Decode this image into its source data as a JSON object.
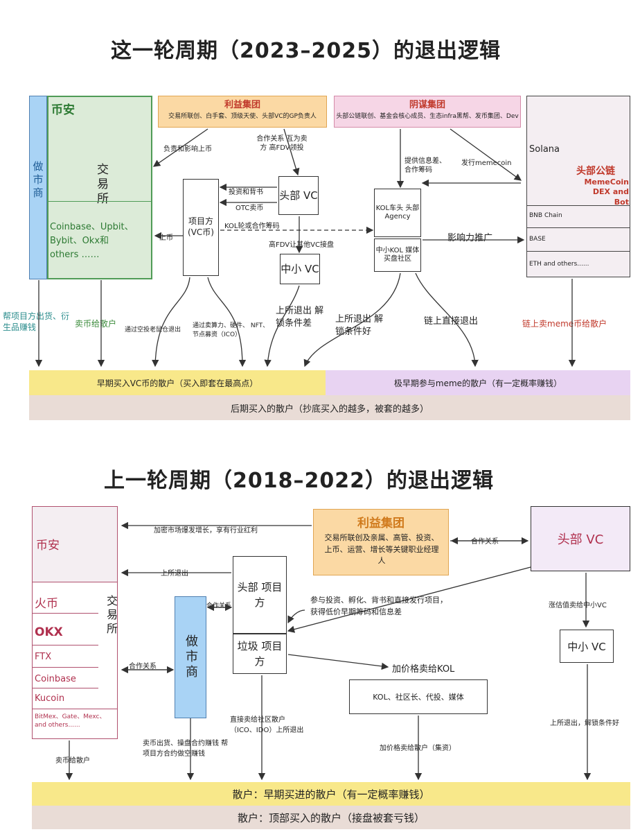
{
  "top": {
    "title": "这一轮周期（2023–2025）的退出逻辑",
    "exchange": {
      "market_maker": "做市商",
      "name": "币安",
      "exchange_label": "交易所",
      "others": "Coinbase、Upbit、Bybit、Okx和 others ……"
    },
    "interest_group": {
      "title": "利益集团",
      "desc": "交易所联创、白手套、顶级天使、头部VC的GP负责人"
    },
    "conspiracy_group": {
      "title": "阴谋集团",
      "desc": "头部公链联创、基金会核心成员、生态infra黑帮、发币集团、Dev"
    },
    "chains": {
      "solana": "Solana",
      "headline": "头部公链",
      "meme": "MemeCoin DEX and Bot",
      "bnb": "BNB Chain",
      "base": "BASE",
      "eth": "ETH and others......"
    },
    "project": "项目方 (VC币)",
    "top_vc": "头部 VC",
    "small_vc": "中小 VC",
    "kol_top": "KOL车头 头部Agency",
    "kol_small": "中小KOL 媒体 买盘社区",
    "labels": {
      "responsible_listing": "负责和影响上币",
      "partner_buyer": "合作关系 互为卖方 高FDV领投",
      "info_gap": "提供信息差、合作筹码",
      "issue_meme": "发行memecoin",
      "invest_endorse": "投资和背书",
      "otc_sell": "OTC卖币",
      "kol_rotation": "KOL轮或合作筹码",
      "listing": "上币",
      "high_fdv": "高FDV让其他VC接盘",
      "influence": "影响力推广",
      "help_project": "帮项目方出货、衍生品赚钱",
      "sell_to_retail": "卖币给散户",
      "airdrop_exit": "通过空投老鼠仓退出",
      "sell_hash": "通过卖算力、硬件、 NFT、节点募资（ICO）",
      "unlock_bad": "上所退出 解锁条件差",
      "unlock_good": "上所退出 解锁条件好",
      "onchain_exit": "链上直接退出",
      "meme_sell": "链上卖meme币给散户"
    },
    "retail": {
      "early_vc": "早期买入VC币的散户（买入即套在最高点）",
      "early_meme": "极早期参与meme的散户（有一定概率赚钱）",
      "late": "后期买入的散户（抄底买入的越多，被套的越多）"
    }
  },
  "bottom": {
    "title": "上一轮周期（2018–2022）的退出逻辑",
    "exchanges": {
      "binance": "币安",
      "huobi": "火币",
      "okx": "OKX",
      "ftx": "FTX",
      "coinbase": "Coinbase",
      "kucoin": "Kucoin",
      "others": "BitMex、Gate、Mexc、and others......",
      "exchange_label": "交易所"
    },
    "interest_group": {
      "title": "利益集团",
      "desc": "交易所联创及亲属、高管、投资、上币、运营、增长等关键职业经理人"
    },
    "top_vc": "头部 VC",
    "small_vc": "中小 VC",
    "top_project": "头部 项目方",
    "junk_project": "垃圾 项目方",
    "market_maker": "做市商",
    "kol_box": "KOL、社区长、代投、媒体",
    "labels": {
      "boom": "加密市场爆发增长，享有行业红利",
      "partner": "合作关系",
      "listing_exit": "上所退出",
      "partner_small": "合作关系",
      "invest_desc": "参与投资、孵化、背书和直接发行项目，获得低价早期筹码和信息差",
      "inflate_sell": "涨估值卖给中小VC",
      "markup_kol": "加价格卖给KOL",
      "mm_partner": "合作关系",
      "sell_retail": "卖币给散户",
      "mm_desc": "卖币出货、操盘合约赚钱 帮项目方合约做空赚钱",
      "direct_sell": "直接卖给社区散户 （ICO、IDO）上所退出",
      "markup_retail": "加价格卖给散户（集资）",
      "unlock_good": "上所退出，解锁条件好"
    },
    "retail": {
      "early": "散户：早期买进的散户（有一定概率赚钱）",
      "top": "散户：顶部买入的散户（接盘被套亏钱）"
    }
  },
  "colors": {
    "green_fill": "#dcebd8",
    "green_border": "#4f9b56",
    "orange_fill": "#fbd9a4",
    "pink_fill": "#f6d6e6",
    "purple_fill": "#e8d3f2",
    "yellow": "#f8e88a",
    "gray_band": "#e9dcd6",
    "blue_mm": "#a9d3f5",
    "red": "#c0392b"
  }
}
